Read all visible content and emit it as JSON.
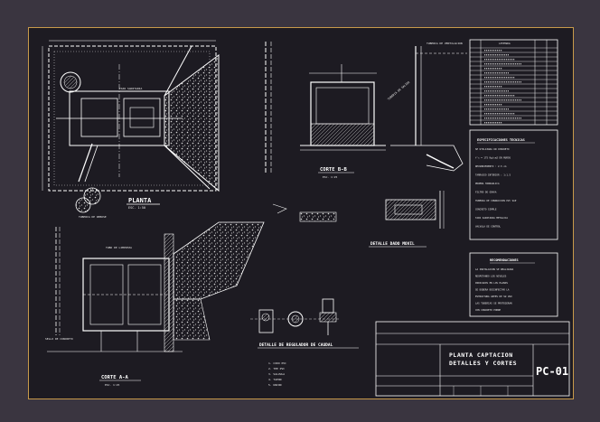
{
  "drawing": {
    "views": {
      "planta": {
        "title": "PLANTA",
        "scale": "ESC. 1:50"
      },
      "corte_b": {
        "title": "CORTE B-B",
        "scale": "ESC. 1:25"
      },
      "corte_a": {
        "title": "CORTE A-A",
        "scale": "ESC. 1:25"
      },
      "detalle_regulador": {
        "title": "DETALLE DE REGULADOR DE CAUDAL"
      },
      "detalle_dado": {
        "title": "DETALLE DADO MOVIL"
      }
    },
    "notes_panel": {
      "title": "ESPECIFICACIONES TECNICAS",
      "lines": [
        "SE UTILIZARA UN CONCRETO",
        "f'c = 175 Kg/cm2 EN MUROS",
        "RECUBRIMIENTO : 2.5 cm",
        "TARRAJEO INTERIOR : 1:1.5",
        "PRUEBA HIDRAULICA",
        "FILTRO DE GRAVA",
        "TUBERIA DE CONDUCCION PVC SAP",
        "CONCRETO SIMPLE",
        "TAPA SANITARIA METALICA",
        "VALVULA DE CONTROL"
      ]
    },
    "recommendations_panel": {
      "title": "RECOMENDACIONES",
      "lines": [
        "LA INSTALACION SE REALIZARA",
        "RESPETANDO LOS NIVELES",
        "INDICADOS EN LOS PLANOS",
        "SE DEBERA DESINFECTAR LA",
        "ESTRUCTURA ANTES DE SU USO",
        "LAS TUBERIAS SE PROTEGERAN",
        "CON CONCRETO POBRE"
      ]
    },
    "title_block": {
      "title_line1": "PLANTA CAPTACION",
      "title_line2": "DETALLES Y CORTES",
      "sheet_code": "PC-01"
    },
    "legend": {
      "header": "LEYENDA",
      "rows": 17
    }
  }
}
